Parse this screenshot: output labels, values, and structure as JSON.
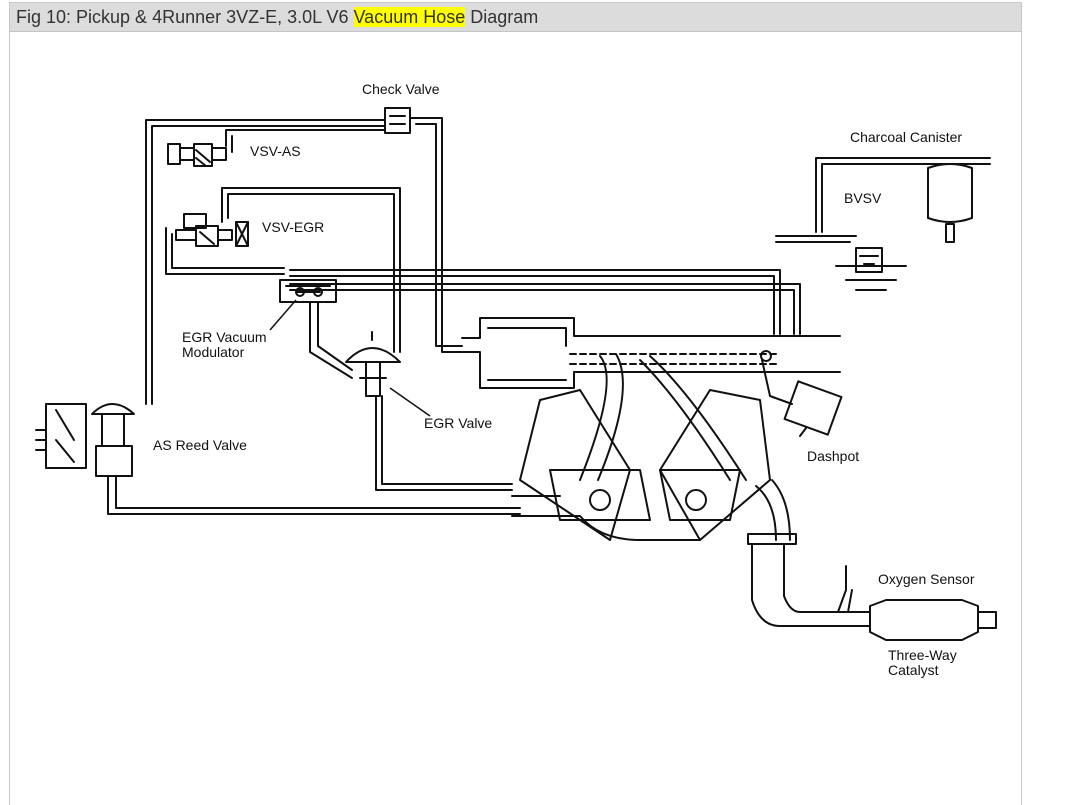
{
  "title": {
    "prefix": "Fig 10: Pickup & 4Runner 3VZ-E, 3.0L V6 ",
    "highlight": "Vacuum Hose",
    "suffix": " Diagram"
  },
  "colors": {
    "highlight": "#ffff00",
    "titlebar": "#dcdcdc",
    "line": "#111111"
  },
  "labels": {
    "check_valve": "Check Valve",
    "vsv_as": "VSV-AS",
    "vsv_egr": "VSV-EGR",
    "charcoal_canister": "Charcoal Canister",
    "bvsv": "BVSV",
    "egr_vacuum_modulator_1": "EGR Vacuum",
    "egr_vacuum_modulator_2": "Modulator",
    "egr_valve": "EGR Valve",
    "as_reed_valve": "AS Reed Valve",
    "dashpot": "Dashpot",
    "oxygen_sensor": "Oxygen Sensor",
    "three_way_catalyst_1": "Three-Way",
    "three_way_catalyst_2": "Catalyst"
  }
}
